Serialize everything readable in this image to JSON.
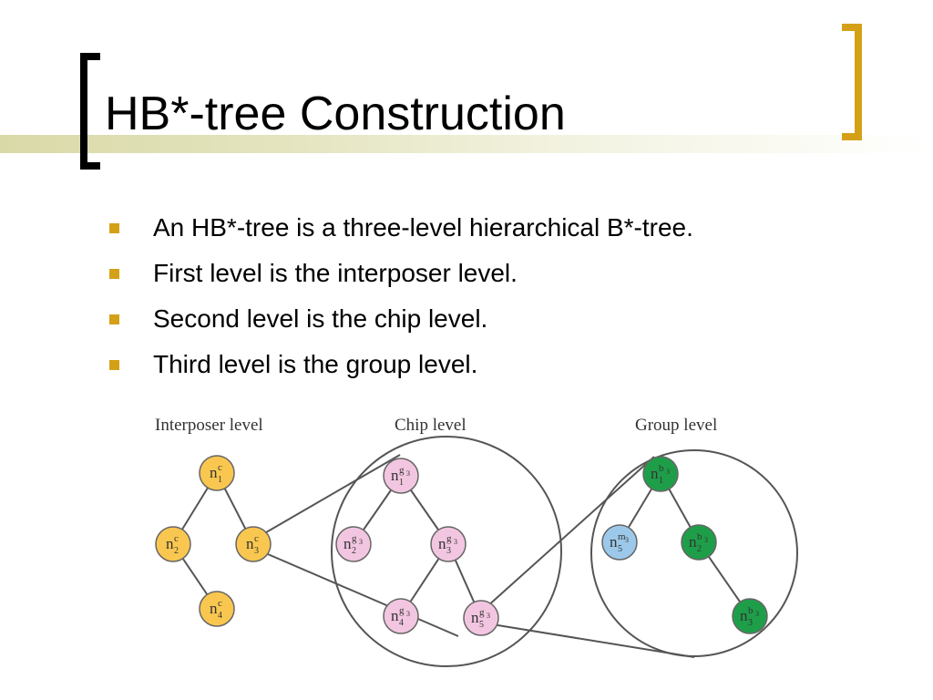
{
  "slide": {
    "title": "HB*-tree Construction",
    "bullets": [
      "An HB*-tree is a three-level hierarchical B*-tree.",
      "First level is the interposer level.",
      "Second level is the chip level.",
      "Third level is the group level."
    ],
    "accent_color": "#d4a017"
  },
  "diagram": {
    "levels": [
      "Interposer level",
      "Chip level",
      "Group level"
    ],
    "node_colors": {
      "interposer": "#f9c74f",
      "chip": "#f2c6e0",
      "group": "#1f9e4a",
      "module": "#9cc8ea"
    },
    "nodes": [
      {
        "id": "c1",
        "base": "n",
        "sub": "1",
        "sup": "c",
        "supsub": "",
        "kind": "interposer"
      },
      {
        "id": "c2",
        "base": "n",
        "sub": "2",
        "sup": "c",
        "supsub": "",
        "kind": "interposer"
      },
      {
        "id": "c3",
        "base": "n",
        "sub": "3",
        "sup": "c",
        "supsub": "",
        "kind": "interposer"
      },
      {
        "id": "c4",
        "base": "n",
        "sub": "4",
        "sup": "c",
        "supsub": "",
        "kind": "interposer"
      },
      {
        "id": "g1",
        "base": "n",
        "sub": "1",
        "sup": "g",
        "supsub": "3",
        "kind": "chip"
      },
      {
        "id": "g2",
        "base": "n",
        "sub": "2",
        "sup": "g",
        "supsub": "3",
        "kind": "chip"
      },
      {
        "id": "g3",
        "base": "n",
        "sub": "3",
        "sup": "g",
        "supsub": "3",
        "kind": "chip"
      },
      {
        "id": "g4",
        "base": "n",
        "sub": "4",
        "sup": "g",
        "supsub": "3",
        "kind": "chip"
      },
      {
        "id": "g5",
        "base": "n",
        "sub": "5",
        "sup": "g",
        "supsub": "3",
        "kind": "chip"
      },
      {
        "id": "b1",
        "base": "n",
        "sub": "1",
        "sup": "b",
        "supsub": "3",
        "kind": "group"
      },
      {
        "id": "m5",
        "base": "n",
        "sub": "5",
        "sup": "m",
        "supsub": "3",
        "kind": "module"
      },
      {
        "id": "b2",
        "base": "n",
        "sub": "2",
        "sup": "b",
        "supsub": "3",
        "kind": "group"
      },
      {
        "id": "b3",
        "base": "n",
        "sub": "3",
        "sup": "b",
        "supsub": "3",
        "kind": "group"
      }
    ],
    "edges": [
      [
        "c1",
        "c2"
      ],
      [
        "c1",
        "c3"
      ],
      [
        "c2",
        "c4"
      ],
      [
        "g1",
        "g2"
      ],
      [
        "g1",
        "g3"
      ],
      [
        "g3",
        "g4"
      ],
      [
        "g3",
        "g5"
      ],
      [
        "b1",
        "m5"
      ],
      [
        "b1",
        "b2"
      ],
      [
        "b2",
        "b3"
      ]
    ],
    "expansions": [
      {
        "from": "c3",
        "to": "chip-level"
      },
      {
        "from": "g5",
        "to": "group-level"
      }
    ]
  }
}
